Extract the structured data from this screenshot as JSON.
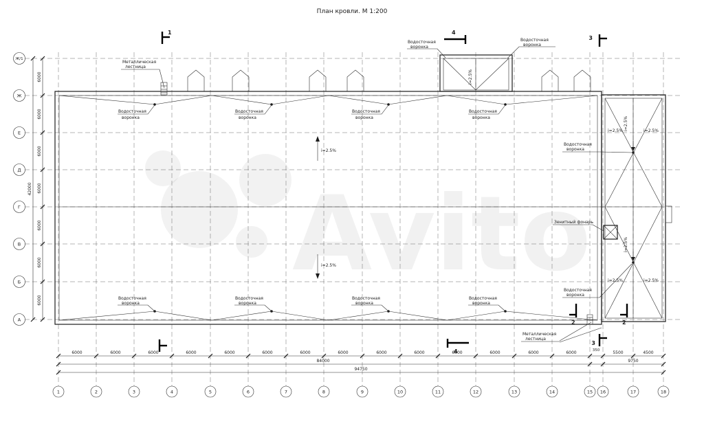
{
  "title": "План кровли. М 1:200",
  "watermark": "Avito",
  "axis_rows": [
    "Ж/1",
    "Ж",
    "Е",
    "Д",
    "Г",
    "В",
    "Б",
    "А"
  ],
  "axis_cols": [
    "1",
    "2",
    "3",
    "4",
    "5",
    "6",
    "7",
    "8",
    "9",
    "10",
    "11",
    "12",
    "13",
    "14",
    "15",
    "16",
    "17",
    "18"
  ],
  "labels": {
    "drain_l1": "Водосточная",
    "drain_l2": "воронка",
    "ladder_l1": "Металлическая",
    "ladder_l2": "лестница",
    "skylight": "Зенитный фонарь",
    "slope": "i=2.5%"
  },
  "dims": {
    "bay": "6000",
    "d5500": "5500",
    "d4500": "4500",
    "d350": "350",
    "main_total": "84000",
    "right_total": "9750",
    "overall": "94750",
    "left_total": "42000"
  },
  "sections": {
    "s1": "1",
    "s2": "2",
    "s3": "3",
    "s4": "4"
  }
}
